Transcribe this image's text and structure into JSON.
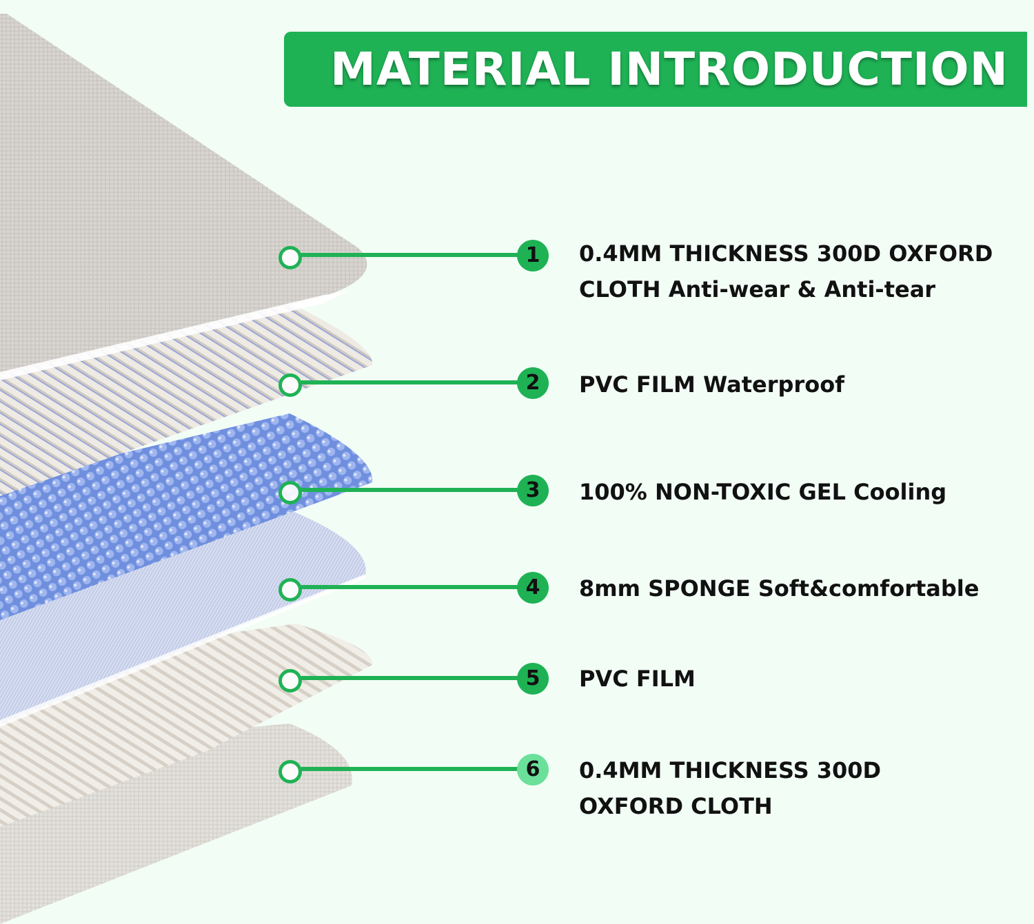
{
  "banner": {
    "title": "MATERIAL INTRODUCTION",
    "color": "#1fb255"
  },
  "layers": [
    {
      "number": "1",
      "line1": "0.4MM THICKNESS 300D OXFORD",
      "line2": "CLOTH Anti-wear & Anti-tear"
    },
    {
      "number": "2",
      "line1": "PVC FILM Waterproof",
      "line2": ""
    },
    {
      "number": "3",
      "line1": "100% NON-TOXIC GEL Cooling",
      "line2": ""
    },
    {
      "number": "4",
      "line1": "8mm SPONGE Soft&comfortable",
      "line2": ""
    },
    {
      "number": "5",
      "line1": "PVC FILM",
      "line2": ""
    },
    {
      "number": "6",
      "line1": "0.4MM THICKNESS 300D",
      "line2": "OXFORD CLOTH"
    }
  ],
  "colors": {
    "accent": "#1fb255",
    "accent_light": "#6be09a",
    "gel_blue": "#7e9de6",
    "background": "#f2fdf6"
  }
}
